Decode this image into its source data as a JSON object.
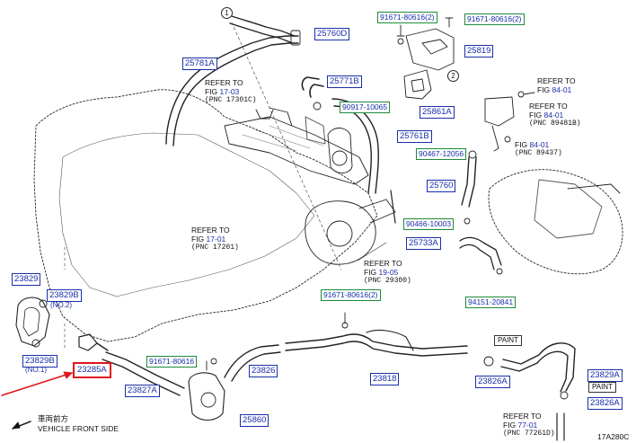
{
  "diagram_code": "17A280C",
  "callouts": {
    "one": "1",
    "two": "2"
  },
  "parts": {
    "p25760D": "25760D",
    "p25781A": "25781A",
    "p25771B": "25771B",
    "p90917": "90917-10065",
    "p25761B": "25761B",
    "p91671_top": "91671-80616",
    "p91671_top_qty": "(2)",
    "p91671_top2": "91671-80616",
    "p91671_top2_qty": "(2)",
    "p25819": "25819",
    "p25861A": "25861A",
    "p90467": "90467-12056",
    "p25760": "25760",
    "p90466": "90466-10003",
    "p25733A": "25733A",
    "p94151": "94151-20841",
    "p91671_mid": "91671-80616",
    "p91671_mid_qty": "(2)",
    "p91671_low": "91671-80616",
    "p23829": "23829",
    "p23829B_top": "23829B",
    "p23829B_top_note": "(NO.2)",
    "p23829B_bot": "23829B",
    "p23829B_bot_note": "(NO.1)",
    "p23285A": "23285A",
    "p23827A": "23827A",
    "p23826": "23826",
    "p23818": "23818",
    "p25860": "25860",
    "p23826A_top": "23826A",
    "p23829A": "23829A",
    "p23826A_bot": "23826A"
  },
  "paint": {
    "top": "PAINT",
    "bottom": "PAINT"
  },
  "refs": {
    "r17_03": {
      "l1": "REFER TO",
      "fig_prefix": "FIG ",
      "fig": "17-03",
      "pnc": "(PNC 17301C)"
    },
    "r84_01a": {
      "l1": "REFER TO",
      "fig_prefix": "FIG ",
      "fig": "84-01"
    },
    "r84_01b": {
      "l1": "REFER TO",
      "fig_prefix": "FIG ",
      "fig": "84-01",
      "pnc": "(PNC 89481B)"
    },
    "r84_01c": {
      "fig_prefix": "FIG ",
      "fig": "84-01",
      "pnc": "(PNC 89437)"
    },
    "r17_01": {
      "l1": "REFER TO",
      "fig_prefix": "FIG ",
      "fig": "17-01",
      "pnc": "(PNC 17201)"
    },
    "r19_05": {
      "l1": "REFER TO",
      "fig_prefix": "FIG ",
      "fig": "19-05",
      "pnc": "(PNC 29300)"
    },
    "r77_01": {
      "l1": "REFER TO",
      "fig_prefix": "FIG ",
      "fig": "77-01",
      "pnc": "(PNC 77261D)"
    }
  },
  "vehicle": {
    "jp": "車両前方",
    "en": "VEHICLE FRONT SIDE"
  },
  "colors": {
    "part_number": "#1a2fa8",
    "green_box": "#1e8a3a",
    "highlight": "#e0141e",
    "line": "#222222"
  }
}
